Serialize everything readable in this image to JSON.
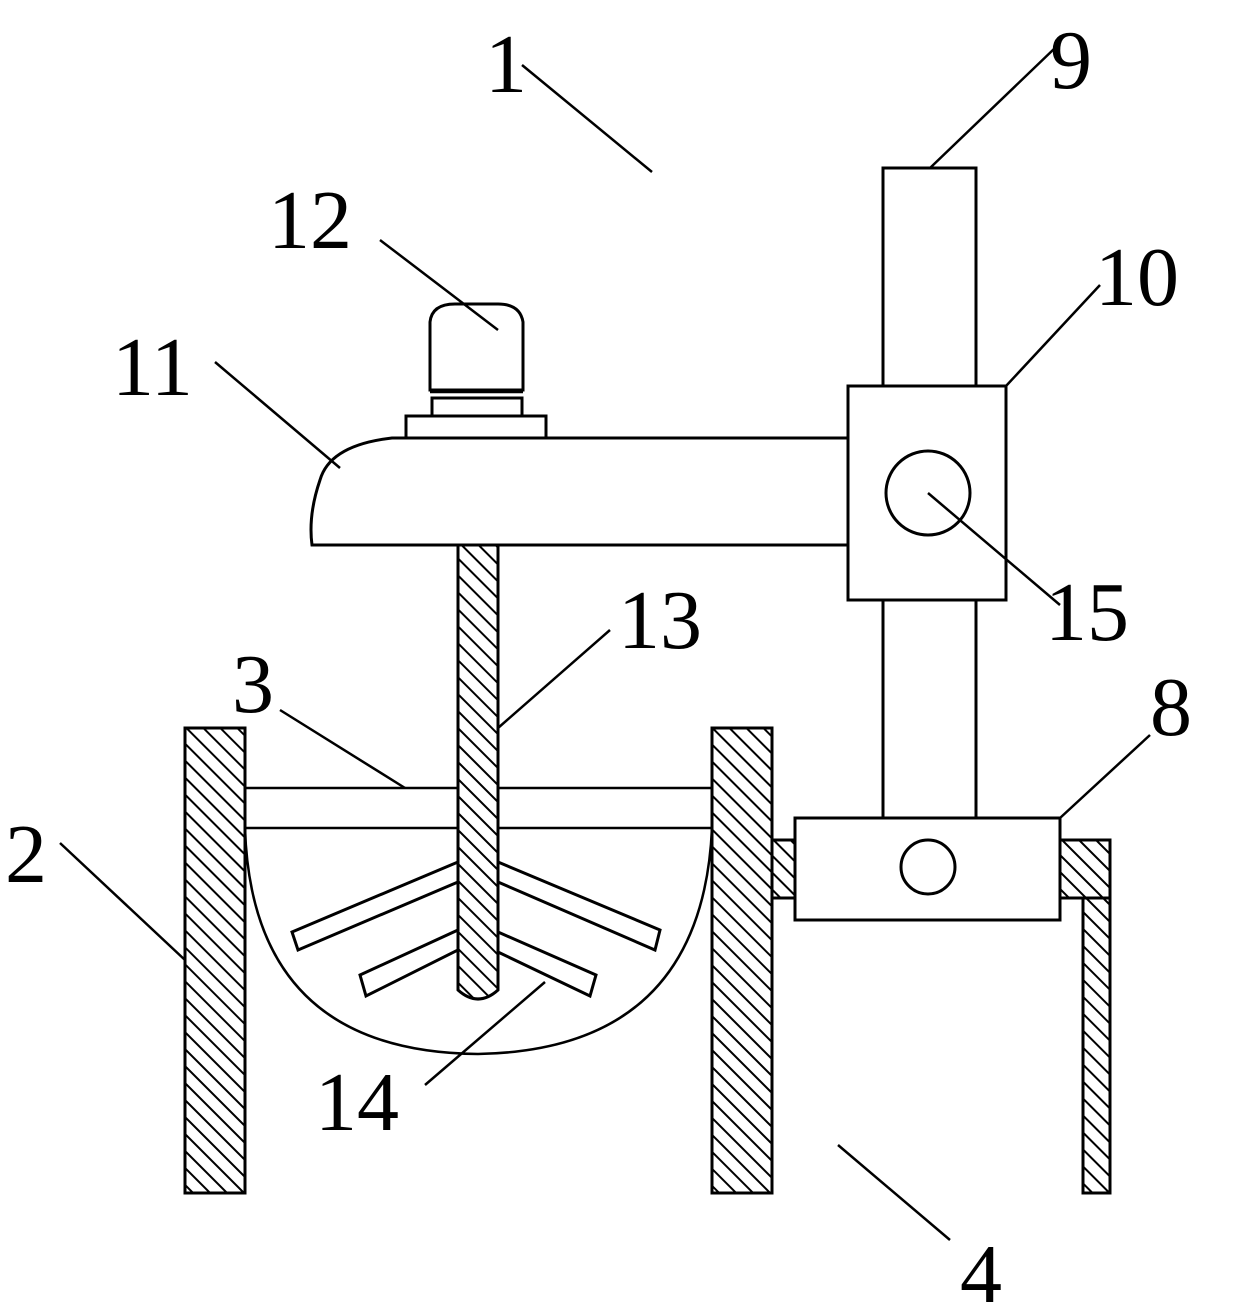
{
  "labels": {
    "l1": "1",
    "l2": "2",
    "l3": "3",
    "l4": "4",
    "l8": "8",
    "l9": "9",
    "l10": "10",
    "l11": "11",
    "l12": "12",
    "l13": "13",
    "l14": "14",
    "l15": "15"
  }
}
